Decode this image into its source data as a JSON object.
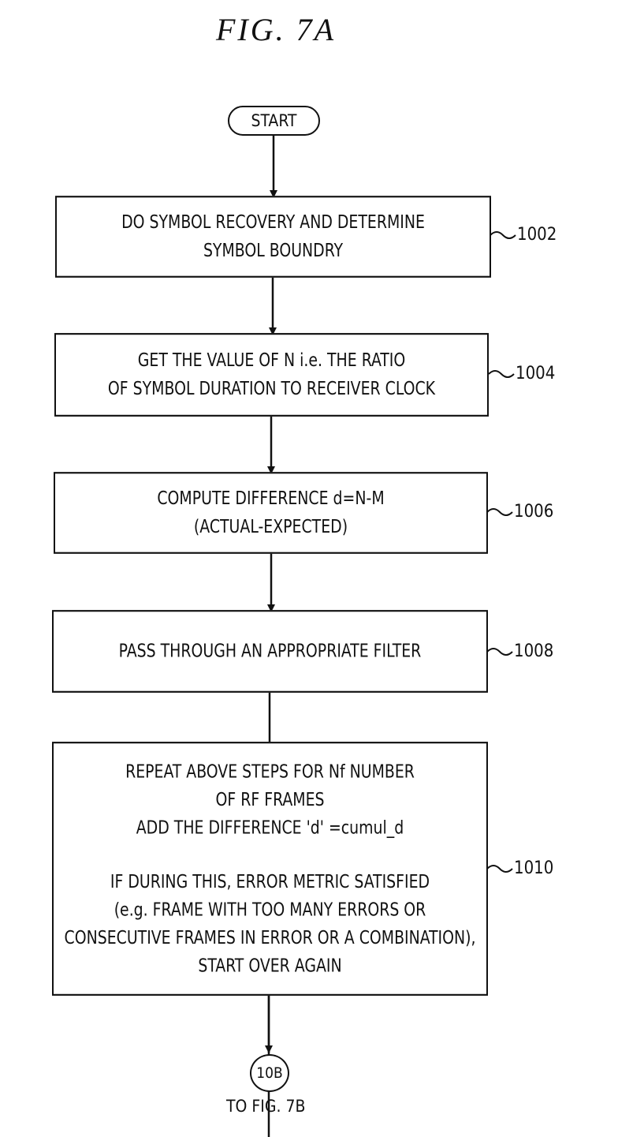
{
  "figure": {
    "title": "FIG. 7A"
  },
  "start": {
    "label": "START"
  },
  "steps": [
    {
      "ref": "1002",
      "lines": [
        "DO SYMBOL RECOVERY AND DETERMINE",
        "SYMBOL BOUNDRY"
      ]
    },
    {
      "ref": "1004",
      "lines": [
        "GET THE VALUE OF N i.e. THE RATIO",
        "OF SYMBOL DURATION TO RECEIVER CLOCK"
      ]
    },
    {
      "ref": "1006",
      "lines": [
        "COMPUTE DIFFERENCE d=N-M",
        "(ACTUAL-EXPECTED)"
      ]
    },
    {
      "ref": "1008",
      "lines": [
        "PASS THROUGH AN APPROPRIATE FILTER"
      ]
    },
    {
      "ref": "1010",
      "lines": [
        "REPEAT ABOVE STEPS FOR Nf NUMBER",
        "OF RF FRAMES",
        "ADD THE DIFFERENCE 'd' =cumul_d"
      ],
      "lines2": [
        "IF DURING THIS, ERROR METRIC SATISFIED",
        "(e.g. FRAME WITH TOO MANY ERRORS OR",
        "CONSECUTIVE FRAMES IN ERROR OR A COMBINATION),",
        "START OVER AGAIN"
      ]
    }
  ],
  "connector": {
    "label": "10B",
    "caption": "TO FIG. 7B"
  }
}
